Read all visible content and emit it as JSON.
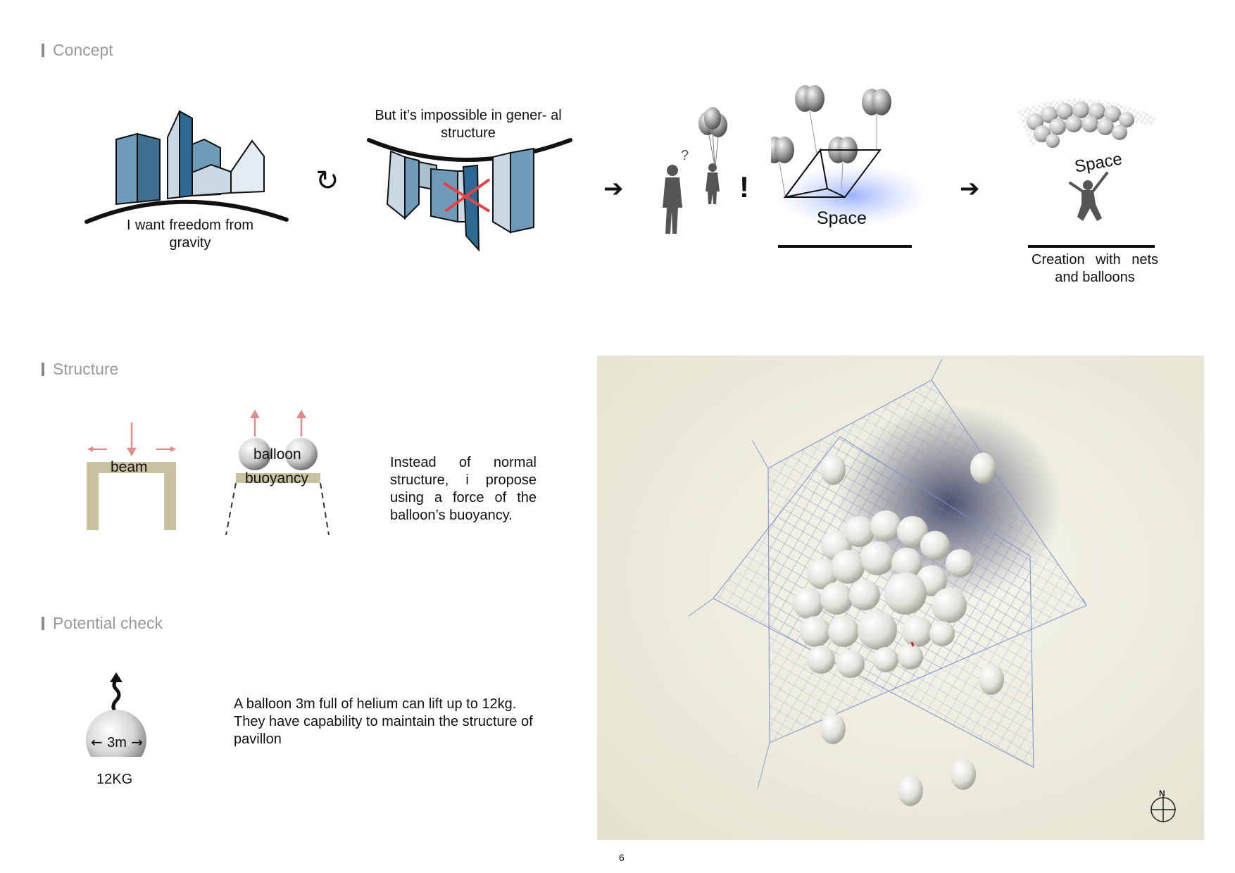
{
  "sections": {
    "concept": "Concept",
    "structure": "Structure",
    "potential": "Potential check"
  },
  "concept": {
    "caption1": "I want freedom from gravity",
    "caption2": "But it’s impossible in gener- al structure",
    "surprise": "!",
    "question": "?",
    "space_label": "Space",
    "space_label2": "Space",
    "caption4": "Creation with nets and balloons"
  },
  "structure": {
    "beam_label": "beam",
    "balloon_label": "balloon",
    "buoyancy_label": "buoyancy",
    "text": "Instead of normal structure, i propose using a force of the balloon’s buoyancy."
  },
  "potential": {
    "size_label": "3m",
    "weight_label": "12KG",
    "text": "A balloon 3m full of helium can lift up to 12kg. They have capability to maintain the structure of pavillon"
  },
  "colors": {
    "building_dark": "#2f6a94",
    "building_mid": "#6f9bb8",
    "building_light": "#c9d8e2",
    "arrow_red": "#e08c8c",
    "beam": "#c9c2a0",
    "space_glow": "#9db4ff",
    "net_blue": "#6e82c8",
    "cross_red": "#e0454b"
  },
  "icons": [
    "rotate-arrow-icon",
    "right-arrow-icon",
    "north-compass-icon"
  ],
  "page_number": "6"
}
